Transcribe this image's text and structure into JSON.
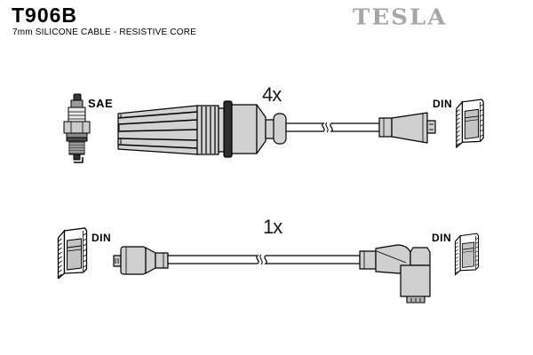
{
  "header": {
    "part_number": "T906B",
    "subtitle": "7mm SILICONE CABLE - RESISTIVE CORE",
    "brand_logo": "TESLA"
  },
  "top_assembly": {
    "quantity": "4x",
    "spark_plug_end": "SAE",
    "distributor_end": "DIN"
  },
  "bottom_assembly": {
    "quantity": "1x",
    "coil_end": "DIN",
    "distributor_end": "DIN"
  },
  "colors": {
    "background": "#ffffff",
    "outline": "#000000",
    "part_fill": "#d2d2d2",
    "flange_fill": "#2e2e2e",
    "inner_plug_fill": "#c3c3c3",
    "brand_gray": "#a6a6a6"
  },
  "icons": {
    "spark_plug": "spark-plug-icon",
    "din_terminal": "din-terminal-icon",
    "cable_break": "cable-break-icon"
  }
}
